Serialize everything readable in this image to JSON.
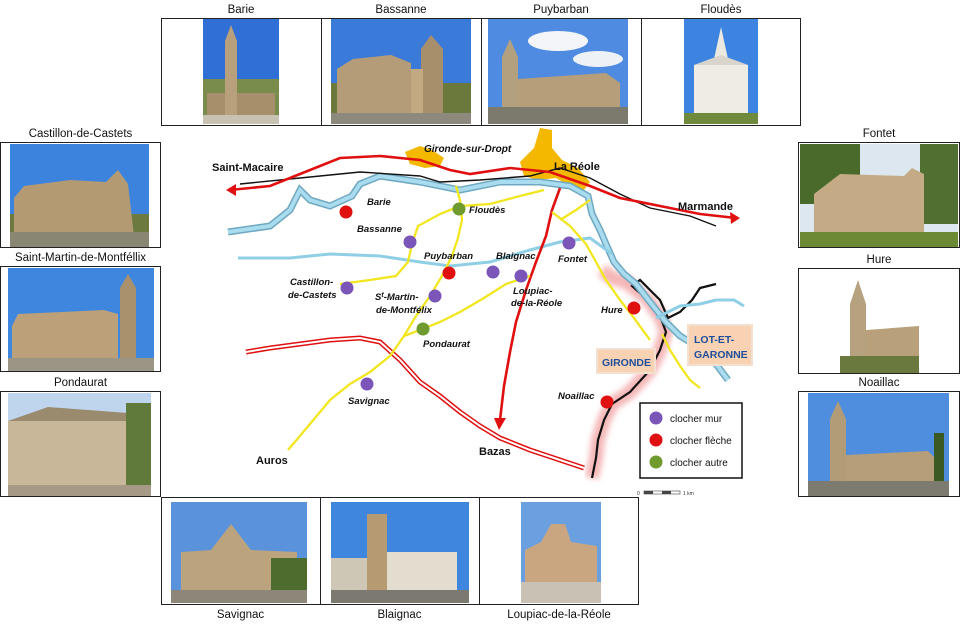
{
  "churches": [
    {
      "id": "barie",
      "name": "Barie"
    },
    {
      "id": "bassanne",
      "name": "Bassanne"
    },
    {
      "id": "puybarban",
      "name": "Puybarban"
    },
    {
      "id": "floudes",
      "name": "Floudès"
    },
    {
      "id": "castillon",
      "name": "Castillon-de-Castets"
    },
    {
      "id": "stmartin",
      "name": "Saint-Martin-de-Montféllix"
    },
    {
      "id": "pondaurat",
      "name": "Pondaurat"
    },
    {
      "id": "fontet",
      "name": "Fontet"
    },
    {
      "id": "hure",
      "name": "Hure"
    },
    {
      "id": "noaillac",
      "name": "Noaillac"
    },
    {
      "id": "savignac",
      "name": "Savignac"
    },
    {
      "id": "blaignac",
      "name": "Blaignac"
    },
    {
      "id": "loupiac",
      "name": "Loupiac-de-la-Réole"
    }
  ],
  "map": {
    "towns": {
      "saint_macaire": "Saint-Macaire",
      "gironde_sur_dropt": "Gironde-sur-Dropt",
      "la_reole": "La Réole",
      "marmande": "Marmande",
      "auros": "Auros",
      "bazas": "Bazas"
    },
    "villages": {
      "barie": "Barie",
      "bassanne": "Bassanne",
      "floudes": "Floudès",
      "puybarban": "Puybarban",
      "blaignac": "Blaignac",
      "fontet": "Fontet",
      "loupiac_1": "Loupiac-",
      "loupiac_2": "de-la-Réole",
      "castillon_1": "Castillon-",
      "castillon_2": "de-Castets",
      "stmartin_1a": "S",
      "stmartin_1b": "t",
      "stmartin_1c": "-Martin-",
      "stmartin_2": "de-Montfélix",
      "pondaurat": "Pondaurat",
      "savignac": "Savignac",
      "hure": "Hure",
      "noaillac": "Noaillac"
    },
    "regions": {
      "gironde": "GIRONDE",
      "lot_1": "LOT-ET-",
      "lot_2": "GARONNE"
    },
    "legend": [
      {
        "label": "clocher mur",
        "color": "#7b55b8"
      },
      {
        "label": "clocher flèche",
        "color": "#e01010"
      },
      {
        "label": "clocher autre",
        "color": "#6e9a2e"
      }
    ],
    "scale": {
      "left": "0",
      "right": "1 km"
    }
  },
  "colors": {
    "road_main": "#e01010",
    "road_secondary": "#f2e61f",
    "river": "#8fcfe6",
    "railway": "#111111",
    "urban": "#f5b800",
    "dot_wall": "#7b55b8",
    "dot_spire": "#e01010",
    "dot_other": "#6e9a2e",
    "region_label_bg": "#f9d2b4"
  }
}
